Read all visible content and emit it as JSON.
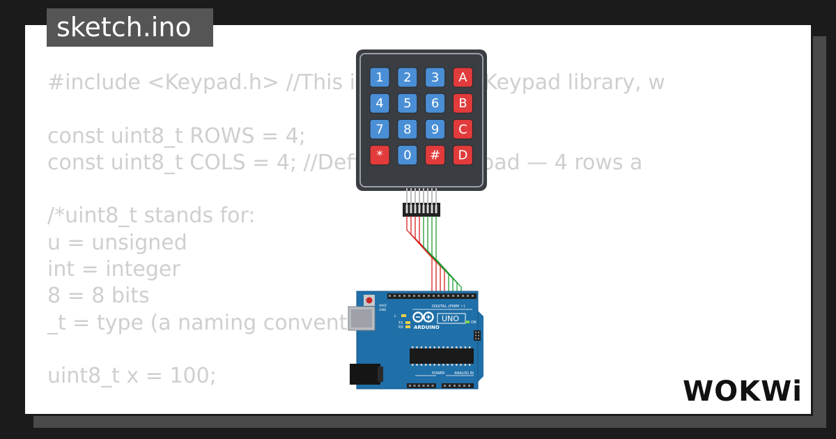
{
  "title": "sketch.ino",
  "code_lines": [
    "#include <Keypad.h> //This includes the Keypad library, w",
    "",
    "const uint8_t ROWS = 4;",
    "const uint8_t COLS = 4; //Defines the keypad — 4 rows a",
    "",
    "/*uint8_t stands for:",
    "u = unsigned",
    "int = integer",
    "8 = 8 bits",
    "_t = type (a naming convention",
    "",
    "uint8_t x = 100;"
  ],
  "keypad": {
    "keys": [
      [
        "1",
        "2",
        "3",
        "A"
      ],
      [
        "4",
        "5",
        "6",
        "B"
      ],
      [
        "7",
        "8",
        "9",
        "C"
      ],
      [
        "*",
        "0",
        "#",
        "D"
      ]
    ]
  },
  "arduino": {
    "brand": "ARDUINO",
    "model": "UNO",
    "digital_label": "DIGITAL (PWM ~)",
    "power_label": "POWER",
    "analog_label": "ANALOG IN",
    "tx_label": "TX",
    "rx_label": "RX",
    "on_label": "ON",
    "aref_label": "AREF",
    "gnd_label": "GND",
    "l_label": "L"
  },
  "logo_text": "WOKWi",
  "colors": {
    "background": "#1b1b1b",
    "card": "#ffffff",
    "title_bg": "#555555",
    "code_text": "#cfcfcf",
    "key_blue": "#4a8fd6",
    "key_red": "#e23b3b",
    "keypad_body": "#3a3d42",
    "board_blue": "#1f6fa8",
    "wire_red": "#d81e1e",
    "wire_green": "#1f9a32"
  }
}
